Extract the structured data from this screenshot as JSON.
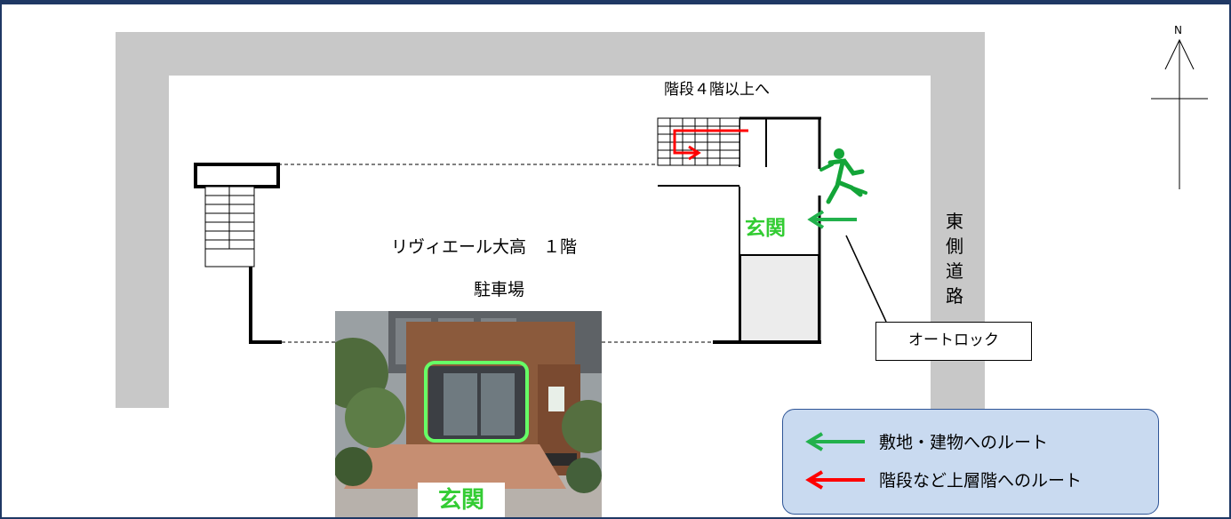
{
  "map": {
    "title": "リヴィエール大高　１階",
    "parking_label": "駐車場",
    "stairs_label": "階段４階以上へ",
    "entrance_label": "玄関",
    "road_label": "東側道路",
    "autolock_label": "オートロック",
    "north_label": "N"
  },
  "photo": {
    "caption": "玄関"
  },
  "legend": {
    "items": [
      {
        "label": "敷地・建物へのルート",
        "color": "#22b14c",
        "icon": "green-arrow-left"
      },
      {
        "label": "階段など上層階へのルート",
        "color": "#ff0000",
        "icon": "red-arrow-left"
      }
    ]
  },
  "colors": {
    "frame": "#1f3864",
    "site_wall": "#c8c8c8",
    "legend_fill": "#c9daf0",
    "legend_border": "#2f5597",
    "entrance_text": "#33cc33",
    "route_green": "#22b14c",
    "route_red": "#ff0000"
  }
}
